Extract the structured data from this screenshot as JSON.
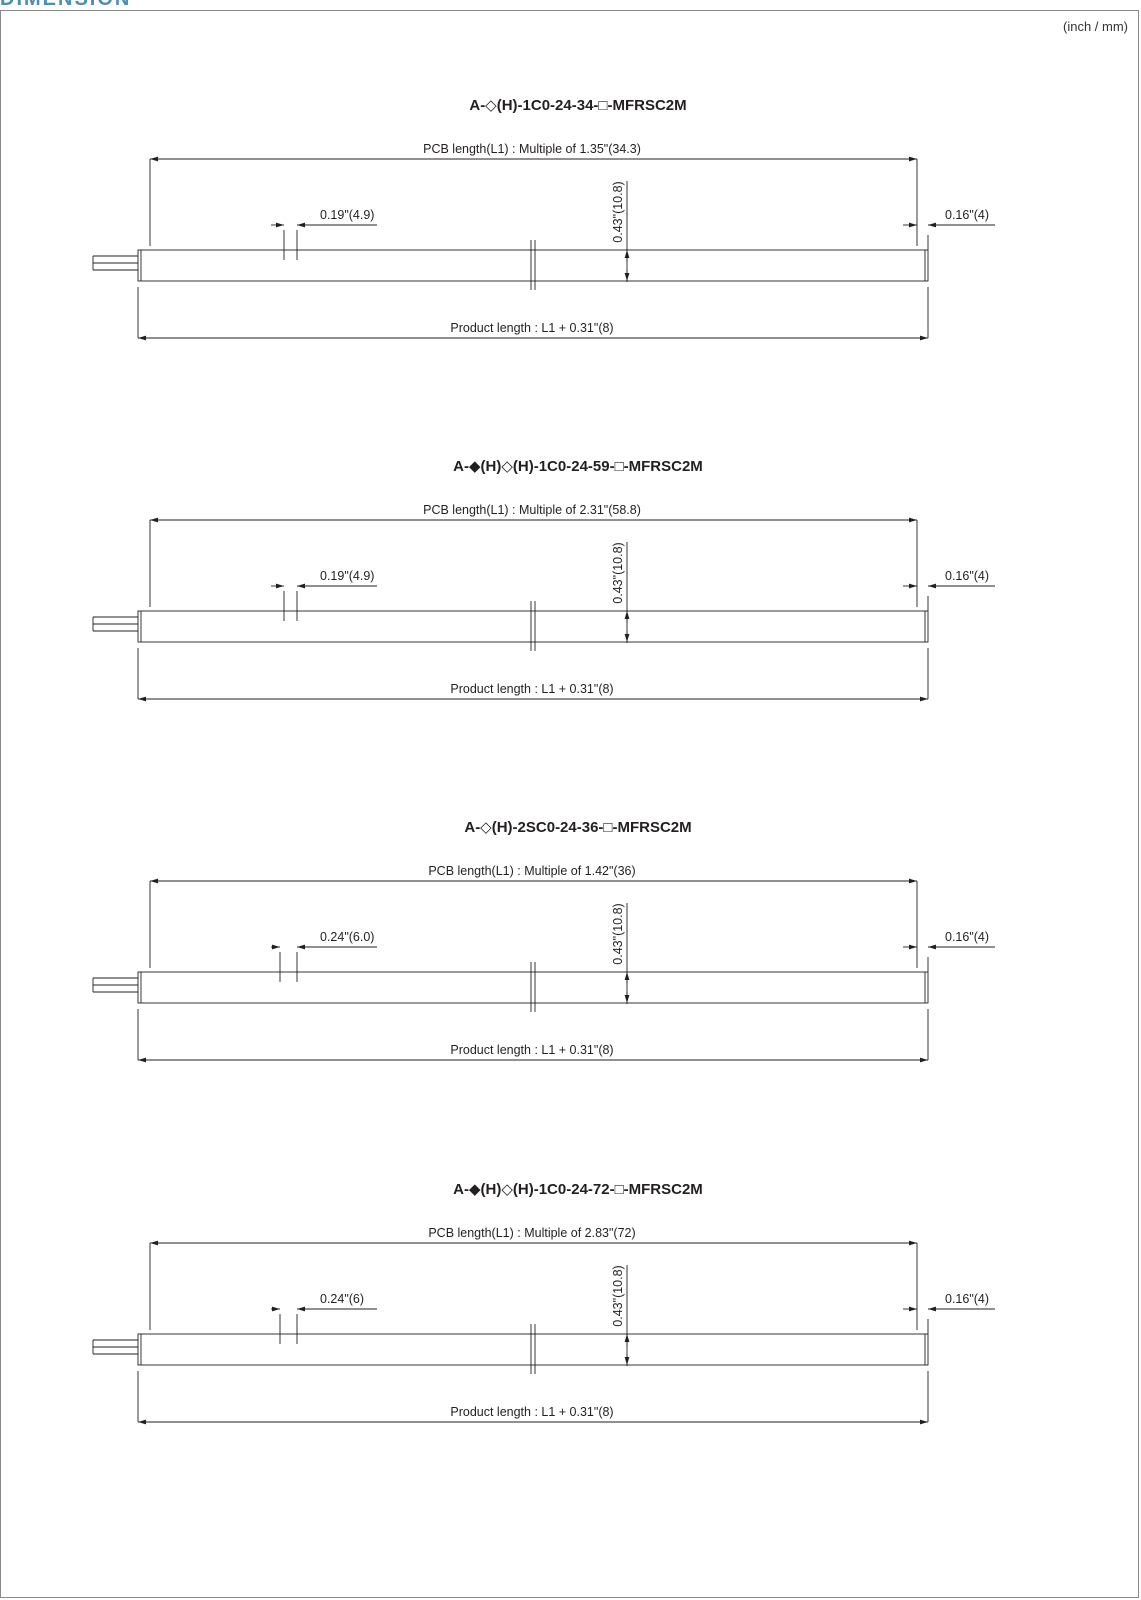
{
  "header": {
    "section_heading": "DIMENSION",
    "units": "(inch / mm)"
  },
  "drawings": [
    {
      "title": "A-◇(H)-1C0-24-34-□-MFRSC2M",
      "pcb_length_label": "PCB length(L1) : Multiple of 1.35\"(34.3)",
      "pitch_label": "0.19\"(4.9)",
      "height_label": "0.43\"(10.8)",
      "end_label": "0.16\"(4)",
      "product_length_label": "Product length : L1 + 0.31\"(8)"
    },
    {
      "title": "A-◆(H)◇(H)-1C0-24-59-□-MFRSC2M",
      "pcb_length_label": "PCB length(L1) : Multiple of 2.31\"(58.8)",
      "pitch_label": "0.19\"(4.9)",
      "height_label": "0.43\"(10.8)",
      "end_label": "0.16\"(4)",
      "product_length_label": "Product length : L1 + 0.31\"(8)"
    },
    {
      "title": "A-◇(H)-2SC0-24-36-□-MFRSC2M",
      "pcb_length_label": "PCB length(L1) : Multiple of 1.42\"(36)",
      "pitch_label": "0.24\"(6.0)",
      "height_label": "0.43\"(10.8)",
      "end_label": "0.16\"(4)",
      "product_length_label": "Product length : L1 + 0.31\"(8)"
    },
    {
      "title": "A-◆(H)◇(H)-1C0-24-72-□-MFRSC2M",
      "pcb_length_label": "PCB length(L1) : Multiple of 2.83\"(72)",
      "pitch_label": "0.24\"(6)",
      "height_label": "0.43\"(10.8)",
      "end_label": "0.16\"(4)",
      "product_length_label": "Product length : L1 + 0.31\"(8)"
    }
  ],
  "colors": {
    "line": "#231f20",
    "heading": "#4d8fb0",
    "frame": "#8a8a8a"
  }
}
